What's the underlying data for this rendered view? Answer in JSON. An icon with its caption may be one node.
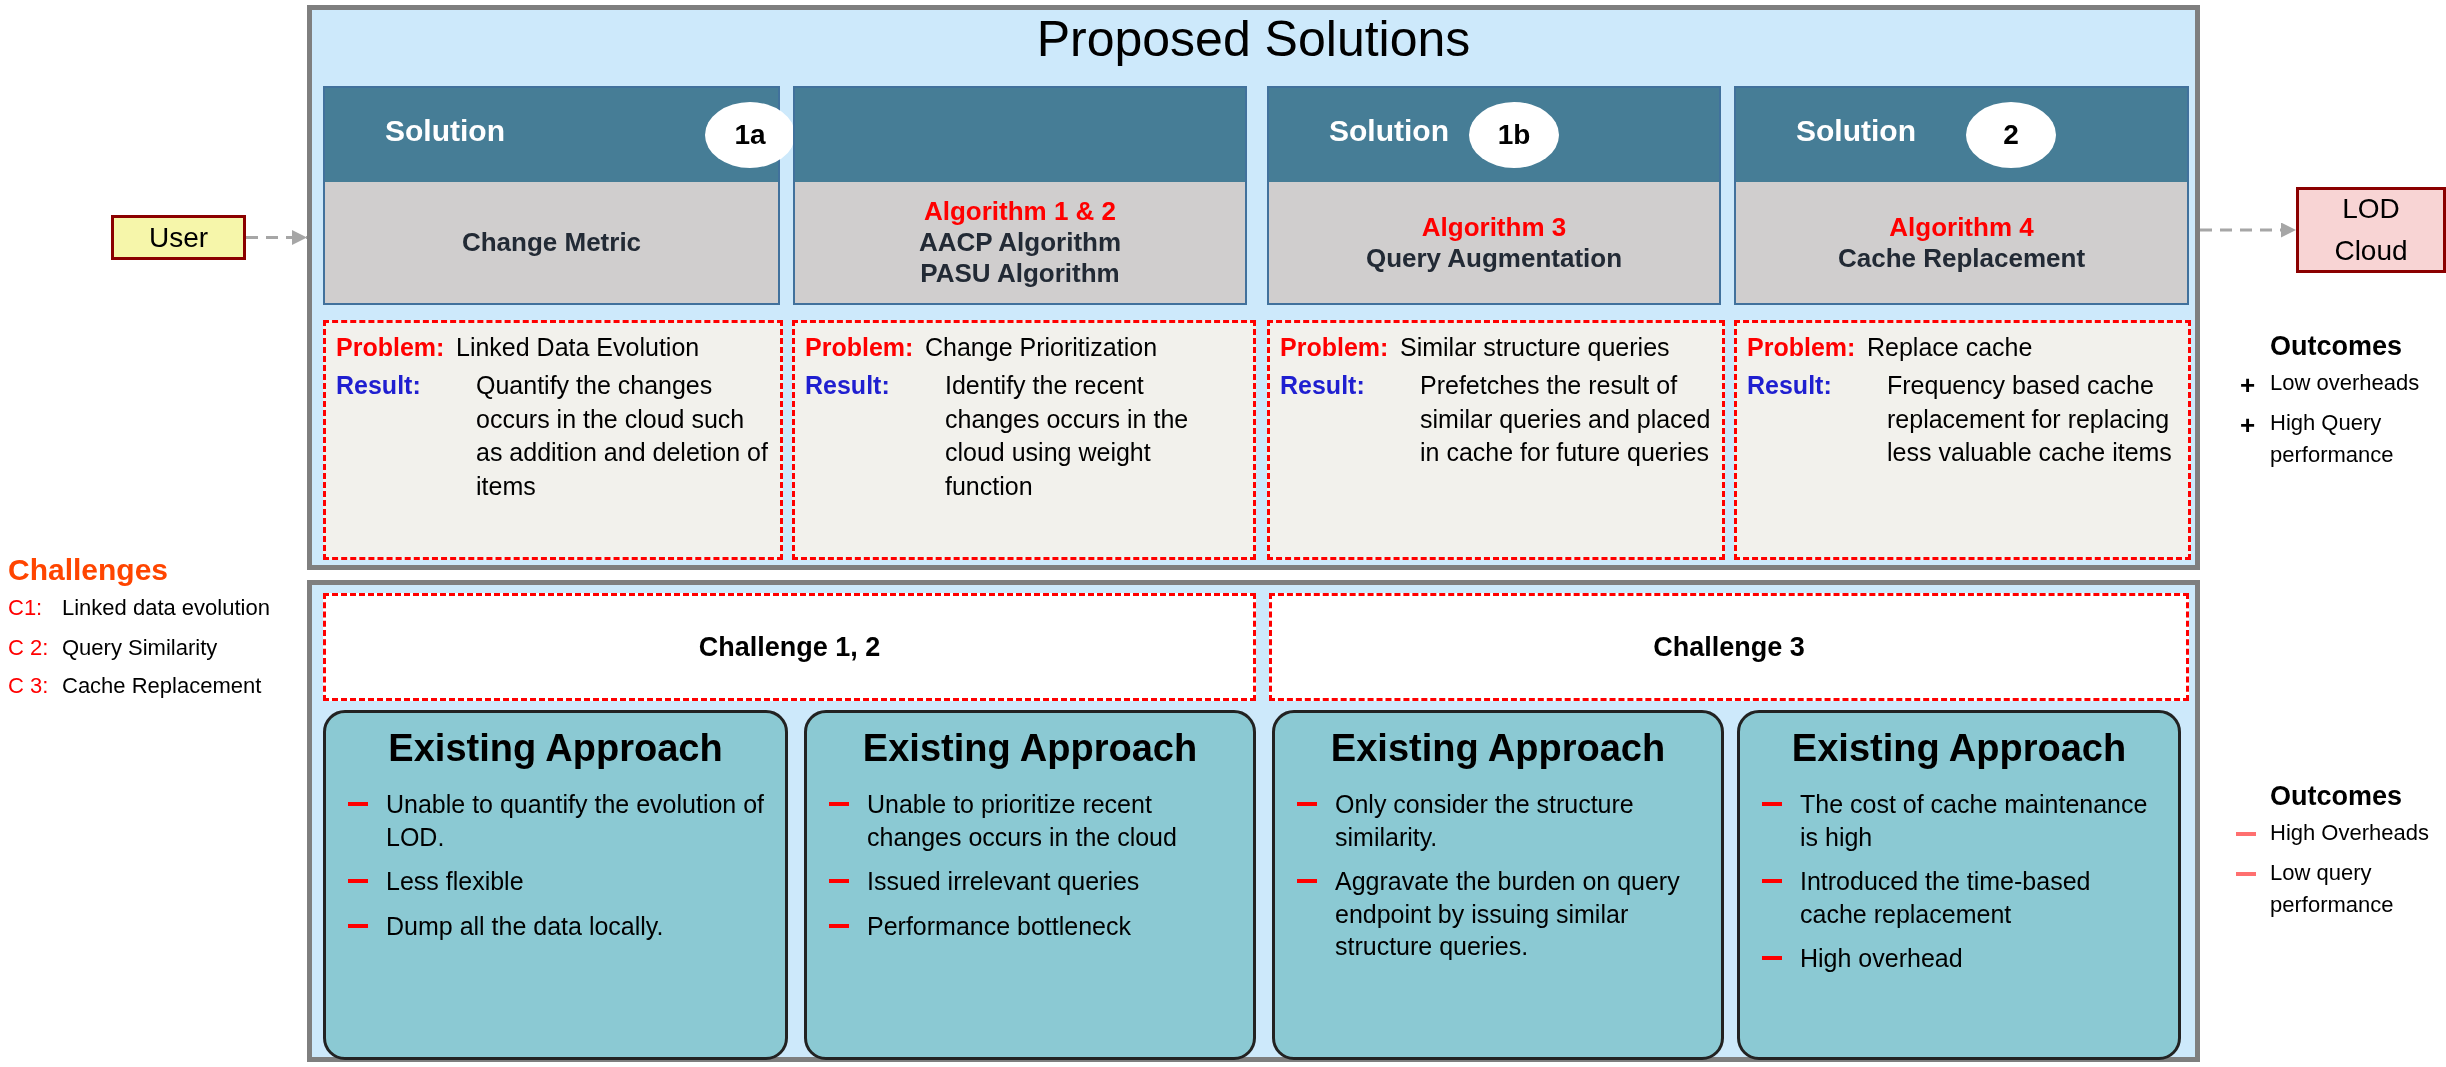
{
  "diagram": {
    "nodes": [
      {
        "text": [
          "User"
        ]
      },
      {
        "text": [
          "Proposed Solutions"
        ]
      },
      {
        "text": [
          "Solution",
          "1a",
          "Change Metric"
        ],
        "in": 1
      },
      {
        "text": [
          "Algorithm 1 & 2",
          "AACP Algorithm",
          "PASU Algorithm"
        ],
        "in": 1
      },
      {
        "text": [
          "Solution",
          "1b",
          "Algorithm 3",
          "Query Augmentation"
        ],
        "in": 1
      },
      {
        "text": [
          "Solution",
          "2",
          "Algorithm 4",
          "Cache Replacement"
        ],
        "in": 1
      },
      {
        "text": [
          "Problem:",
          "Linked Data Evolution",
          "Result:",
          "Quantify the changes occurs in the cloud such as addition and deletion of items"
        ],
        "in": 1
      },
      {
        "text": [
          "Problem:",
          "Change Prioritization",
          "Result:",
          "Identify the recent changes occurs in the cloud using weight function"
        ],
        "in": 1
      },
      {
        "text": [
          "Problem:",
          "Similar structure queries",
          "Result:",
          "Prefetches the result of similar queries and placed in cache for future queries"
        ],
        "in": 1
      },
      {
        "text": [
          "Problem:",
          "Replace cache",
          "Result:",
          "Frequency based cache replacement for replacing less valuable cache items"
        ],
        "in": 1
      },
      {
        "text": [],
        "shape": "box"
      },
      {
        "text": [
          "Challenge 1, 2"
        ],
        "in": 10
      },
      {
        "text": [
          "Challenge 3"
        ],
        "in": 10
      },
      {
        "text": [
          "Existing Approach",
          "Unable to quantify the evolution of LOD.",
          "Less flexible",
          "Dump all the data locally."
        ],
        "in": 10
      },
      {
        "text": [
          "Existing Approach",
          "Unable to prioritize recent changes occurs in the cloud",
          "Issued irrelevant queries",
          "Performance bottleneck"
        ],
        "in": 10
      },
      {
        "text": [
          "Existing Approach",
          "Only consider the structure similarity.",
          "Aggravate the burden on query endpoint by issuing similar structure queries."
        ],
        "in": 10
      },
      {
        "text": [
          "Existing Approach",
          "The cost of cache maintenance is high",
          "Introduced the time-based cache replacement",
          "High overhead"
        ],
        "in": 10
      },
      {
        "text": [
          "LOD Cloud"
        ]
      }
    ],
    "edges": [
      {
        "from": 0,
        "to": 1,
        "arrow": "to",
        "style": "dashed"
      },
      {
        "from": 1,
        "to": 17,
        "arrow": "to",
        "style": "dashed"
      }
    ],
    "labels": [
      "Challenges",
      "C1:",
      "Linked data evolution",
      "C 2:",
      "Query Similarity",
      "C 3:",
      "Cache Replacement",
      "Outcomes",
      "+",
      "Low overheads",
      "+",
      "High Query performance",
      "Outcomes",
      "High Overheads",
      "Low query performance"
    ]
  }
}
